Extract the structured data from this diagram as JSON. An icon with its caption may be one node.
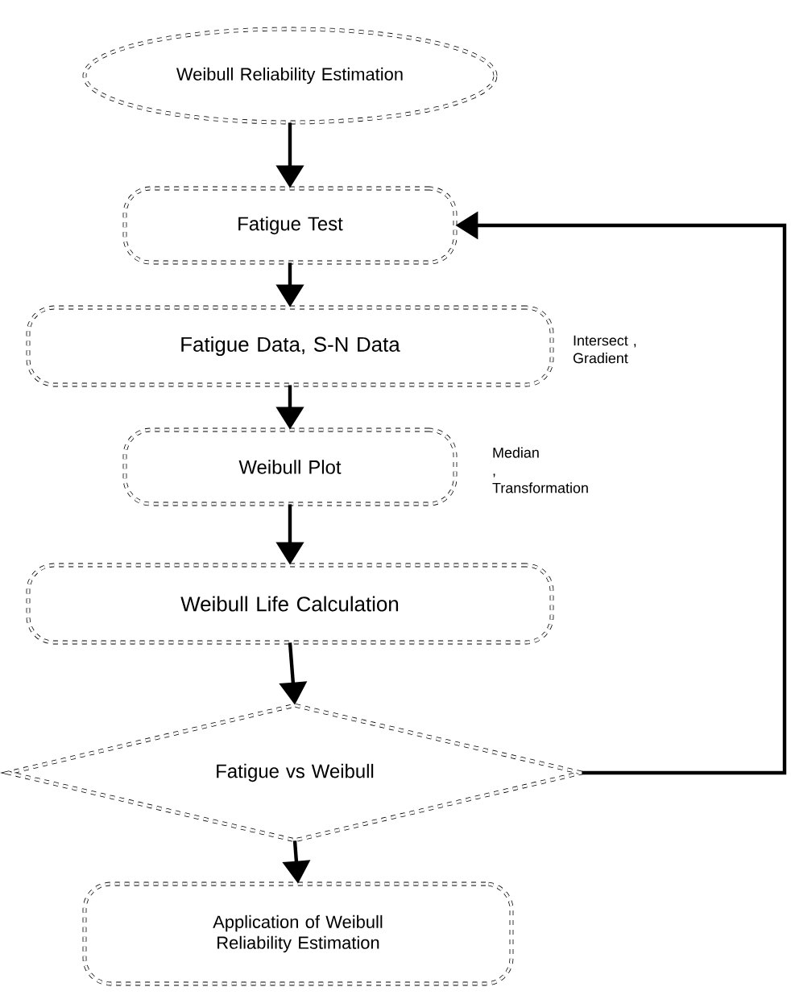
{
  "diagram": {
    "nodes": [
      {
        "text": [
          "Weibull Reliability Estimation"
        ]
      },
      {
        "text": [
          "Fatigue Test"
        ]
      },
      {
        "text": [
          "Fatigue Data, S-N Data"
        ],
        "beside": [
          "Intersect , Gradient"
        ]
      },
      {
        "text": [
          "Weibull Plot"
        ],
        "beside": [
          "Median , Transformation"
        ]
      },
      {
        "text": [
          "Weibull Life Calculation"
        ]
      },
      {
        "text": [
          "Fatigue vs Weibull"
        ]
      },
      {
        "text": [
          "Application of Weibull Reliability Estimation"
        ]
      }
    ],
    "edges": [
      {
        "from": 0,
        "to": 1,
        "arrow": "to"
      },
      {
        "from": 1,
        "to": 2,
        "arrow": "to"
      },
      {
        "from": 2,
        "to": 3,
        "arrow": "to"
      },
      {
        "from": 3,
        "to": 4,
        "arrow": "to"
      },
      {
        "from": 4,
        "to": 5,
        "arrow": "to"
      },
      {
        "from": 5,
        "to": 6,
        "arrow": "to"
      },
      {
        "from": 5,
        "to": 1,
        "arrow": "to"
      }
    ]
  }
}
